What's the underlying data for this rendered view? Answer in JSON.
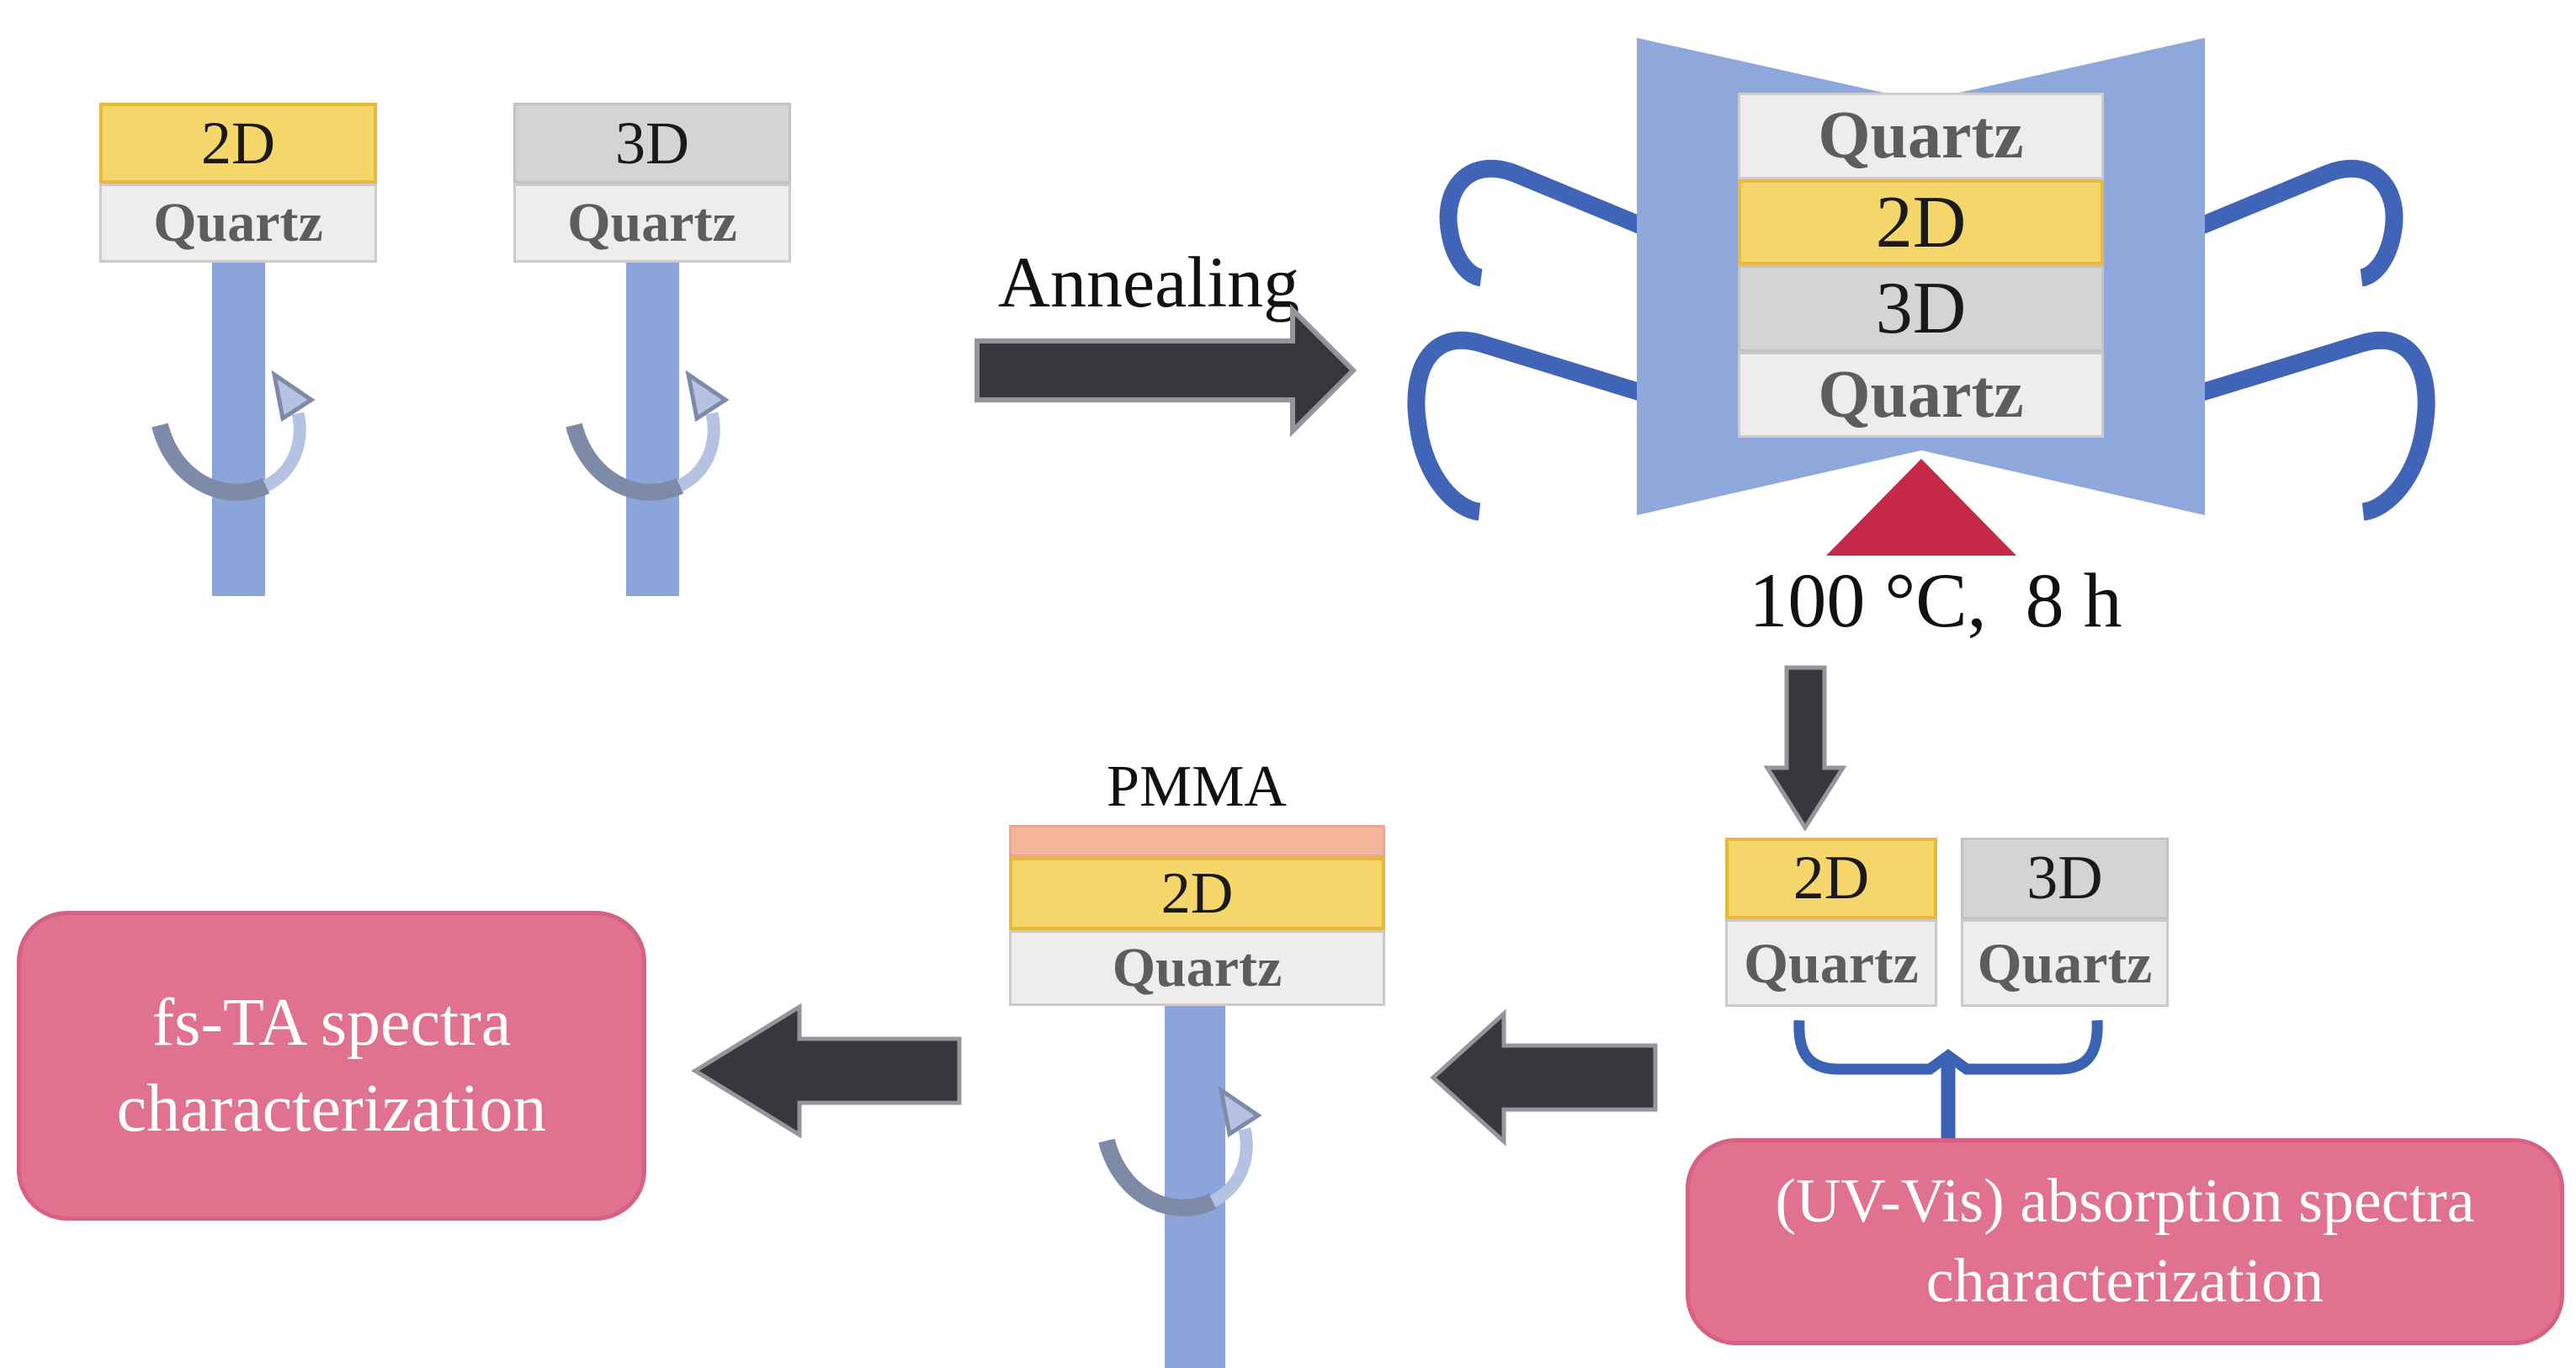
{
  "labels": {
    "two_d": "2D",
    "three_d": "3D",
    "quartz": "Quartz",
    "pmma": "PMMA"
  },
  "annealing": {
    "label": "Annealing"
  },
  "clamp": {
    "layers": [
      "Quartz",
      "2D",
      "3D",
      "Quartz"
    ],
    "condition": "100 °C,  8 h"
  },
  "boxes": {
    "uv_vis": {
      "line1": "(UV-Vis) absorption spectra",
      "line2": "characterization"
    },
    "fs_ta": {
      "line1": "fs-TA spectra",
      "line2": "characterization"
    }
  },
  "icons": {
    "rotation": "spin-rotation-icon",
    "heat": "heat-triangle-icon",
    "process_arrow": "process-arrow-icon",
    "brace": "brace-icon"
  },
  "colors": {
    "layer_2d": "#f5d66b",
    "layer_2d_border": "#e8b93a",
    "layer_3d": "#d4d4d4",
    "layer_quartz": "#eeedeb",
    "layer_pmma": "#f3b59c",
    "rod": "#8ca4d9",
    "clamp_body": "#8fa8dc",
    "clamp_wire": "#4065b8",
    "heat_triangle": "#c62848",
    "process_arrow": "#37373c",
    "brace": "#3c62b5",
    "callout_box": "#e0718f",
    "callout_text": "#ffffff"
  }
}
